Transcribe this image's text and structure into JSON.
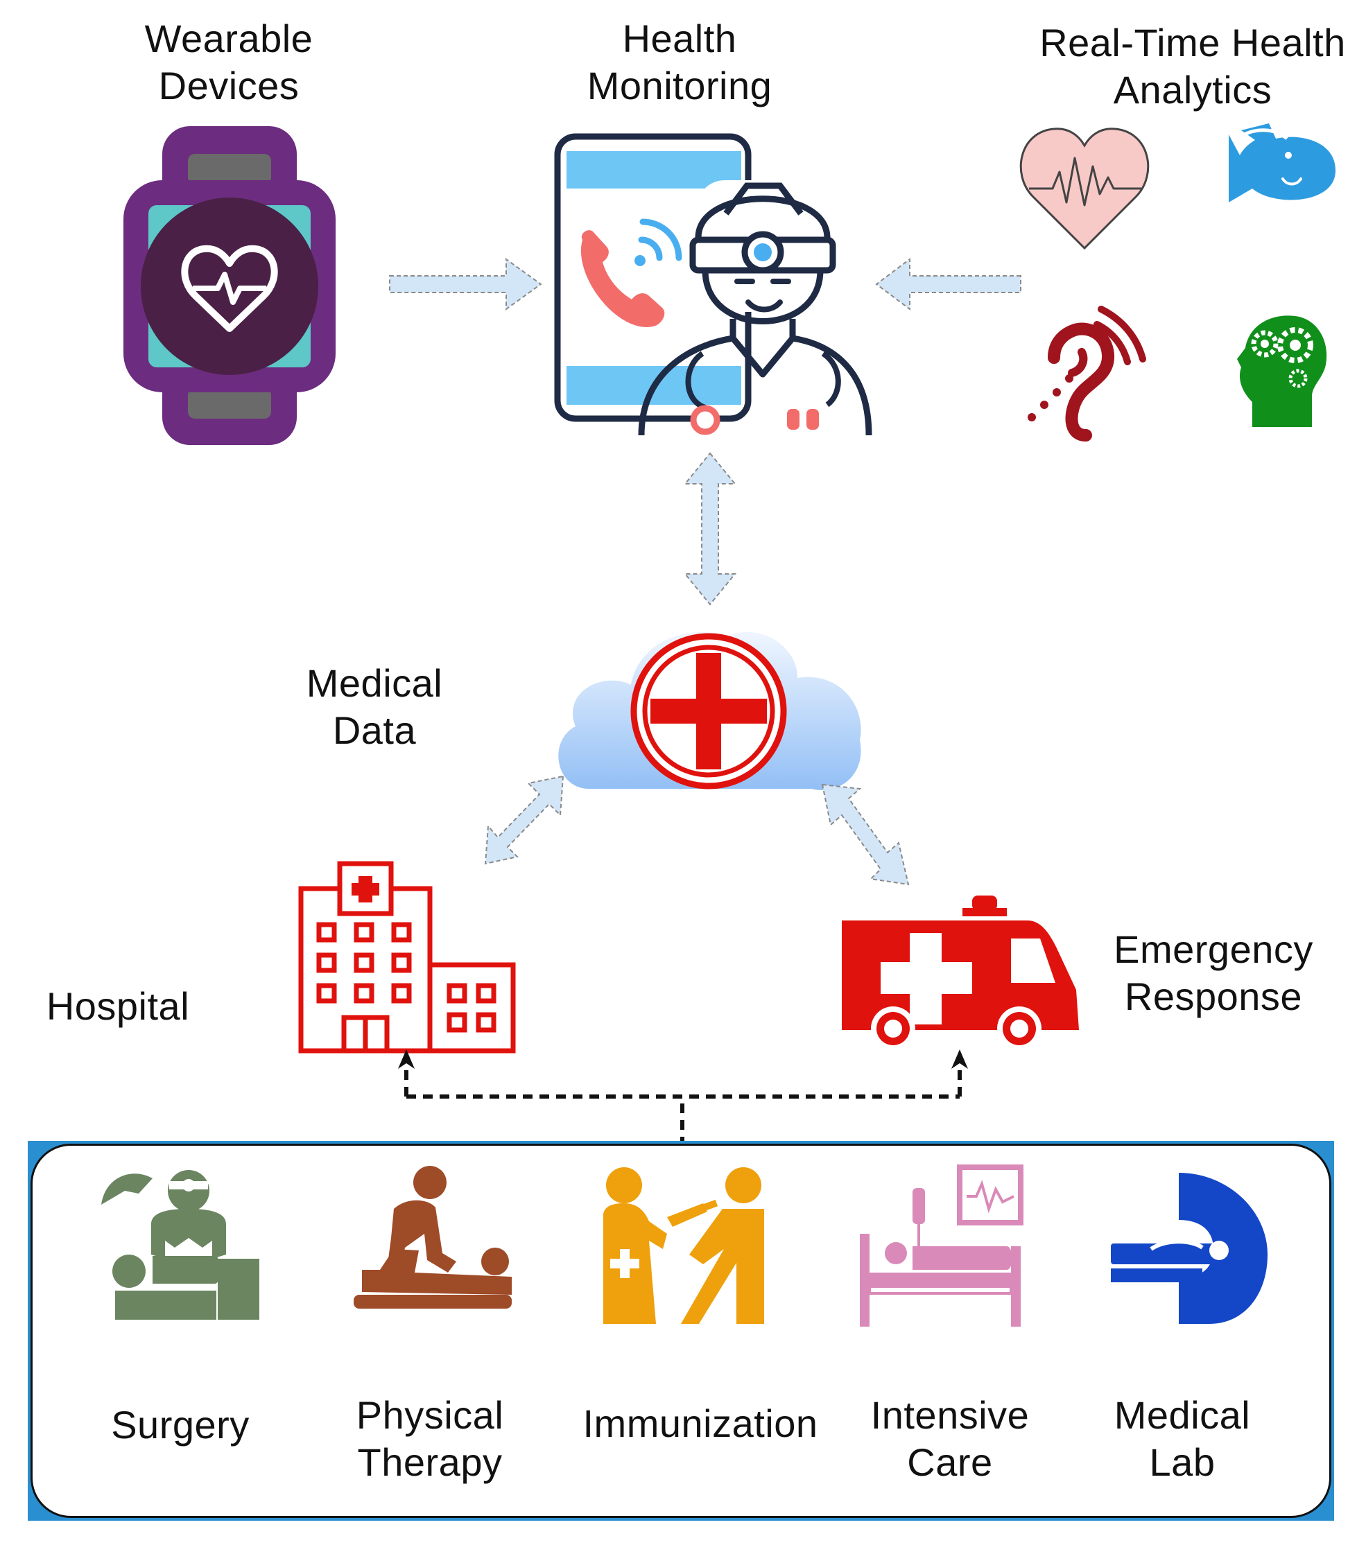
{
  "top": {
    "wearable_devices": [
      "Wearable",
      "Devices"
    ],
    "health_monitoring": [
      "Health",
      "Monitoring"
    ],
    "realtime_analytics": [
      "Real-Time Health",
      "Analytics"
    ]
  },
  "middle": {
    "medical_data": [
      "Medical",
      "Data"
    ],
    "hospital": "Hospital",
    "emergency_response": [
      "Emergency",
      "Response"
    ]
  },
  "services": [
    {
      "lines": [
        "Surgery"
      ],
      "icon": "surgery-icon",
      "color": "#6b8561"
    },
    {
      "lines": [
        "Physical",
        "Therapy"
      ],
      "icon": "physical-therapy-icon",
      "color": "#9e4b28"
    },
    {
      "lines": [
        "Immunization"
      ],
      "icon": "immunization-icon",
      "color": "#efa00d"
    },
    {
      "lines": [
        "Intensive",
        "Care"
      ],
      "icon": "intensive-care-icon",
      "color": "#d98ab8"
    },
    {
      "lines": [
        "Medical",
        "Lab"
      ],
      "icon": "medical-lab-icon",
      "color": "#1447c8"
    }
  ],
  "colors": {
    "watch_band": "#6c2c7f",
    "watch_face": "#4a2046",
    "cross_red": "#e0120d",
    "flow_arrow": "#d3e6f8",
    "analytics_heart": "#f7c9c7",
    "analytics_fish": "#2c9be0",
    "analytics_ear": "#a0141e",
    "analytics_head": "#118f1b"
  }
}
